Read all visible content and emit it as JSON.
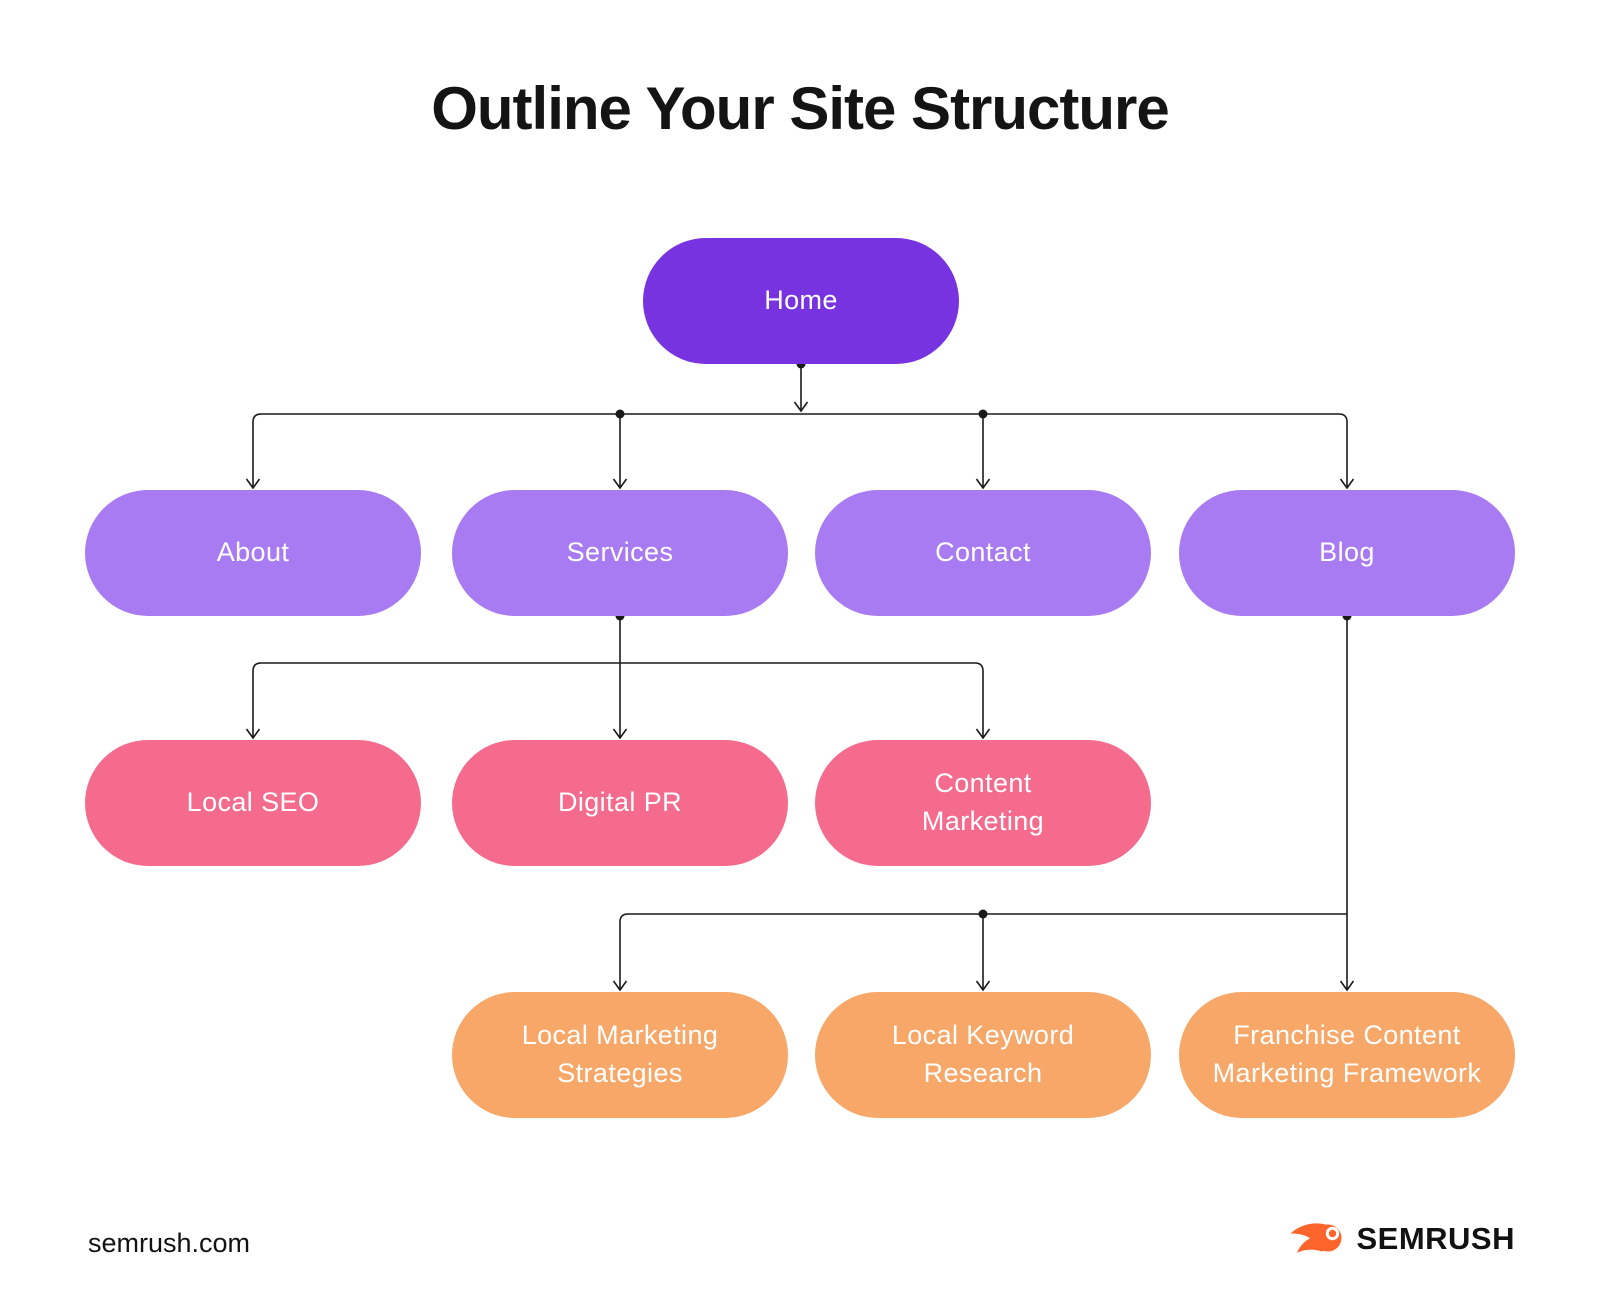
{
  "title": "Outline Your Site Structure",
  "diagram": {
    "nodes": [
      {
        "id": "home",
        "label": "Home",
        "level": 1
      },
      {
        "id": "about",
        "label": "About",
        "level": 2
      },
      {
        "id": "services",
        "label": "Services",
        "level": 2
      },
      {
        "id": "contact",
        "label": "Contact",
        "level": 2
      },
      {
        "id": "blog",
        "label": "Blog",
        "level": 2
      },
      {
        "id": "local-seo",
        "label": "Local SEO",
        "level": 3
      },
      {
        "id": "digital-pr",
        "label": "Digital PR",
        "level": 3
      },
      {
        "id": "content-marketing",
        "label": "Content Marketing",
        "level": 3
      },
      {
        "id": "local-marketing-strategies",
        "label": "Local Marketing Strategies",
        "level": 4
      },
      {
        "id": "local-keyword-research",
        "label": "Local Keyword Research",
        "level": 4
      },
      {
        "id": "franchise-content-marketing-framework",
        "label": "Franchise Content Marketing Framework",
        "level": 4
      }
    ],
    "edges": [
      {
        "from": "home",
        "to": "about"
      },
      {
        "from": "home",
        "to": "services"
      },
      {
        "from": "home",
        "to": "contact"
      },
      {
        "from": "home",
        "to": "blog"
      },
      {
        "from": "services",
        "to": "local-seo"
      },
      {
        "from": "services",
        "to": "digital-pr"
      },
      {
        "from": "services",
        "to": "content-marketing"
      },
      {
        "from": "blog",
        "to": "local-marketing-strategies"
      },
      {
        "from": "blog",
        "to": "local-keyword-research"
      },
      {
        "from": "blog",
        "to": "franchise-content-marketing-framework"
      }
    ],
    "level_colors": {
      "1": "#7733E0",
      "2": "#A97BF2",
      "3": "#F56B8D",
      "4": "#F7A768"
    },
    "connector_color": "#1A1A1A"
  },
  "footer": {
    "site_label": "semrush.com",
    "brand_name": "SEMRUSH",
    "brand_color": "#FF642D"
  }
}
